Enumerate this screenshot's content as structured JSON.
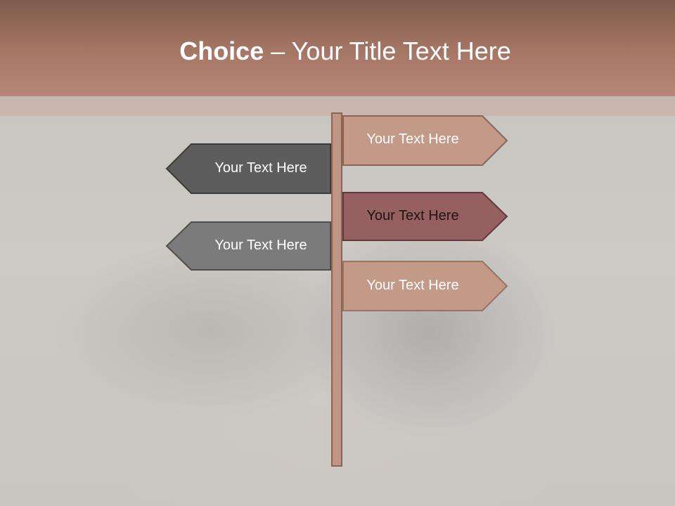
{
  "slide": {
    "title_bold": "Choice",
    "title_separator": " – ",
    "title_rest": "Your Title Text Here"
  },
  "signs": [
    {
      "label": "Your Text Here",
      "direction": "right",
      "color": "#c39a88"
    },
    {
      "label": "Your Text Here",
      "direction": "left",
      "color": "#5d5d5d"
    },
    {
      "label": "Your Text Here",
      "direction": "right",
      "color": "#966062"
    },
    {
      "label": "Your Text Here",
      "direction": "left",
      "color": "#7b7b7b"
    },
    {
      "label": "Your Text Here",
      "direction": "right",
      "color": "#c39a88"
    }
  ]
}
